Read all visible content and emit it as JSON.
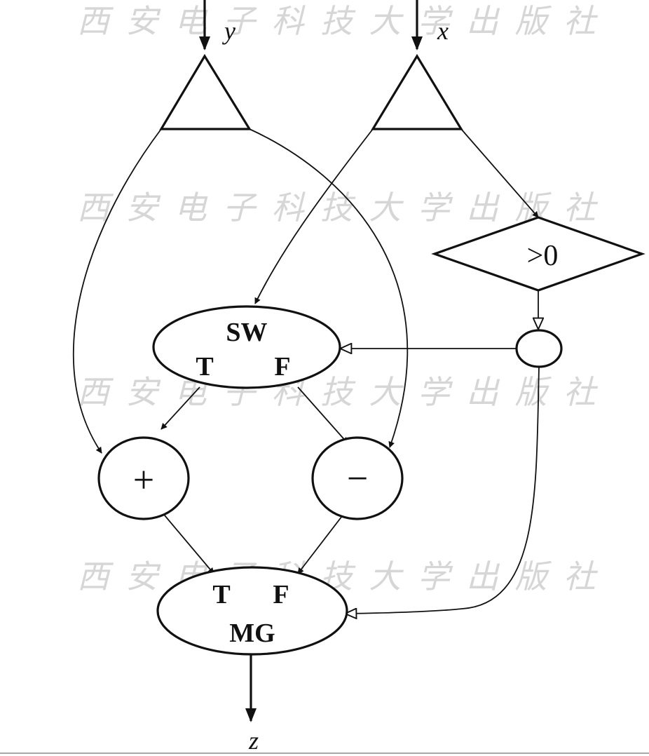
{
  "diagram": {
    "inputs": {
      "y": "y",
      "x": "x"
    },
    "output": "z",
    "compare": ">0",
    "switch_node": {
      "name": "SW",
      "true_port": "T",
      "false_port": "F"
    },
    "merge_node": {
      "name": "MG",
      "true_port": "T",
      "false_port": "F"
    },
    "plus": "+",
    "minus": "−"
  },
  "watermark": "西安电子科技大学出版社"
}
